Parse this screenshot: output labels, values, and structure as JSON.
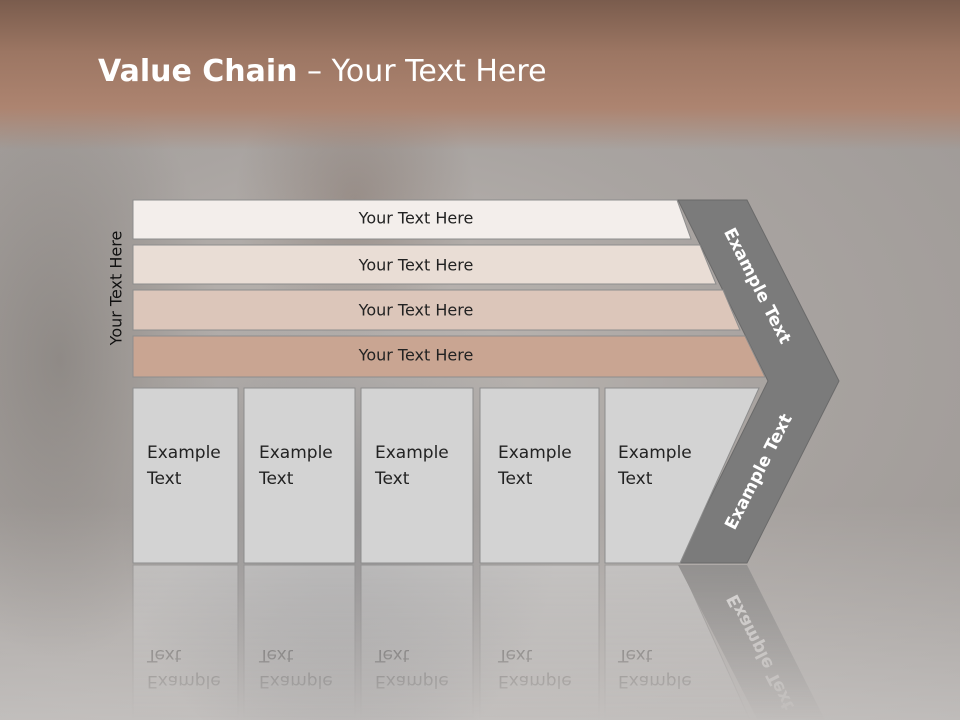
{
  "slide": {
    "title_bold": "Value Chain",
    "title_rest": " – Your Text Here",
    "side_label": "Your Text Here"
  },
  "rows": [
    {
      "label": "Your Text Here",
      "color": "#f3eeeb"
    },
    {
      "label": "Your Text Here",
      "color": "#e9ddd5"
    },
    {
      "label": "Your Text Here",
      "color": "#dcc6ba"
    },
    {
      "label": "Your Text Here",
      "color": "#c9a592"
    }
  ],
  "columns": [
    {
      "line1": "Example",
      "line2": "Text"
    },
    {
      "line1": "Example",
      "line2": "Text"
    },
    {
      "line1": "Example",
      "line2": "Text"
    },
    {
      "line1": "Example",
      "line2": "Text"
    },
    {
      "line1": "Example",
      "line2": "Text"
    }
  ],
  "chevron": {
    "upper_label": "Example Text",
    "lower_label": "Example Text",
    "color": "#7b7b7b"
  },
  "colors": {
    "column_fill": "#d3d3d3",
    "row_stroke": "#8d8d8d",
    "header": "#a47c68"
  }
}
